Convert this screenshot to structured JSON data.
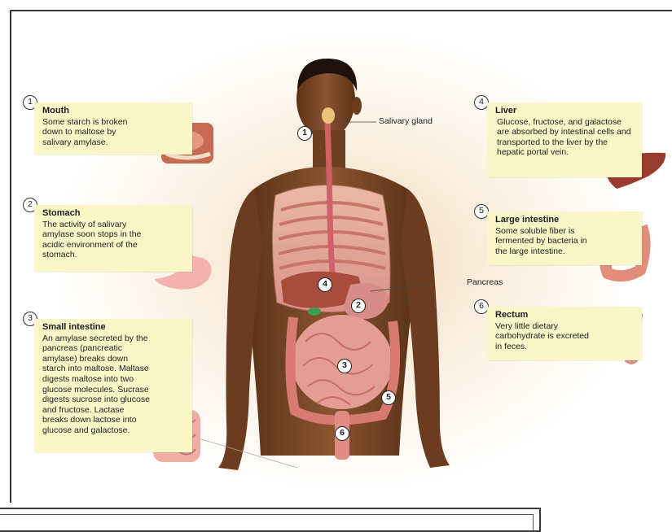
{
  "steps": [
    {
      "number": "1",
      "title": "Mouth",
      "text": "Some starch is broken down to maltose by salivary amylase."
    },
    {
      "number": "2",
      "title": "Stomach",
      "text": "The activity of salivary amylase soon stops in the acidic environment of the stomach."
    },
    {
      "number": "3",
      "title": "Small intestine",
      "text": "An amylase secreted by the pancreas (pancreatic amylase) breaks down starch into maltose. Maltase digests maltose into two glucose molecules. Sucrase digests sucrose into glucose and fructose. Lactase breaks down lactose into glucose and galactose."
    },
    {
      "number": "4",
      "title": "Liver",
      "text": "Glucose, fructose, and galactose are absorbed by intestinal cells and transported to the liver by the hepatic portal vein."
    },
    {
      "number": "5",
      "title": "Large intestine",
      "text": "Some soluble fiber is fermented by bacteria in the large intestine."
    },
    {
      "number": "6",
      "title": "Rectum",
      "text": "Very little dietary carbohydrate is excreted in feces."
    }
  ],
  "callouts": {
    "salivary_gland": "Salivary gland",
    "pancreas": "Pancreas"
  },
  "body_markers": [
    "1",
    "4",
    "2",
    "3",
    "5",
    "6"
  ]
}
